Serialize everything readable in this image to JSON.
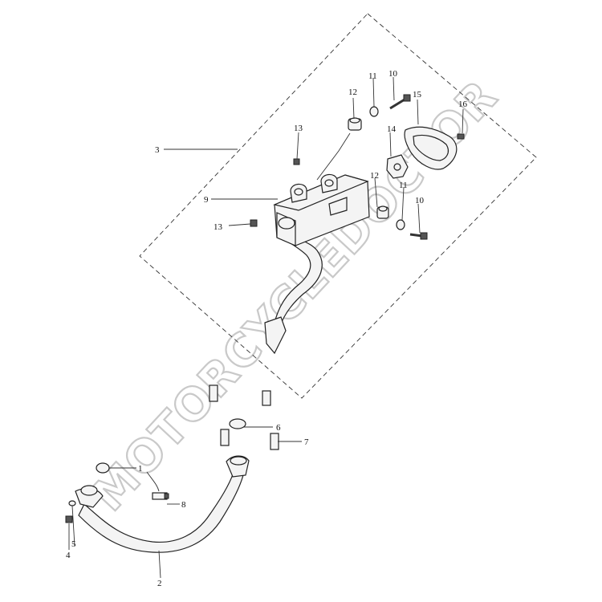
{
  "watermark": "MOTORCYCLEDOCTOR",
  "callouts": {
    "c1": "1",
    "c2": "2",
    "c3": "3",
    "c4": "4",
    "c5": "5",
    "c6": "6",
    "c7": "7",
    "c8": "8",
    "c9": "9",
    "c10a": "10",
    "c10b": "10",
    "c11a": "11",
    "c11b": "11",
    "c12a": "12",
    "c12b": "12",
    "c13a": "13",
    "c13b": "13",
    "c14": "14",
    "c15": "15",
    "c16": "16"
  }
}
